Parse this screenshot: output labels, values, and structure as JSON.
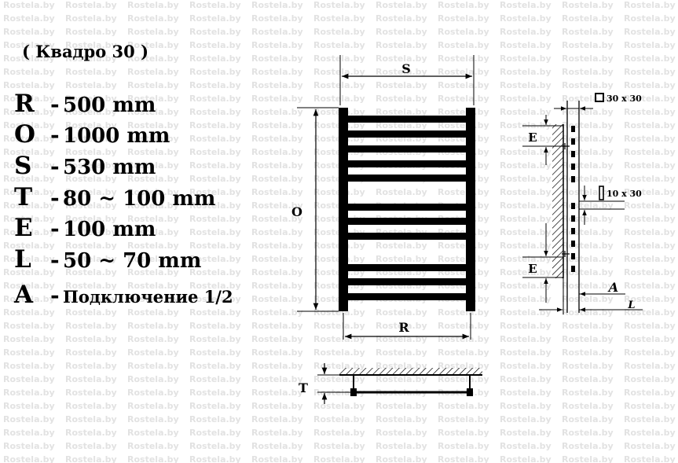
{
  "watermark": "Rostela.by",
  "title": "( Квадро  30 )",
  "specs": [
    {
      "letter": "R",
      "dash": "-",
      "value": "500 mm"
    },
    {
      "letter": "O",
      "dash": "-",
      "value": "1000 mm"
    },
    {
      "letter": "S",
      "dash": "-",
      "value": "530 mm"
    },
    {
      "letter": "T",
      "dash": "-",
      "value": "80 ~ 100 mm"
    },
    {
      "letter": "E",
      "dash": "-",
      "value": "100 mm"
    },
    {
      "letter": "L",
      "dash": "-",
      "value": "50 ~ 70 mm"
    },
    {
      "letter": "A",
      "dash": "-",
      "value": "Подключение 1/2"
    }
  ],
  "front_view": {
    "width_label": "S",
    "height_label": "O",
    "center_label": "R"
  },
  "side_view": {
    "profile_top": "30 x 30",
    "profile_bar": "10 x 30",
    "e_top": "E",
    "e_bottom": "E",
    "a_label": "A",
    "l_label": "L"
  },
  "bottom_view": {
    "t_label": "T"
  }
}
